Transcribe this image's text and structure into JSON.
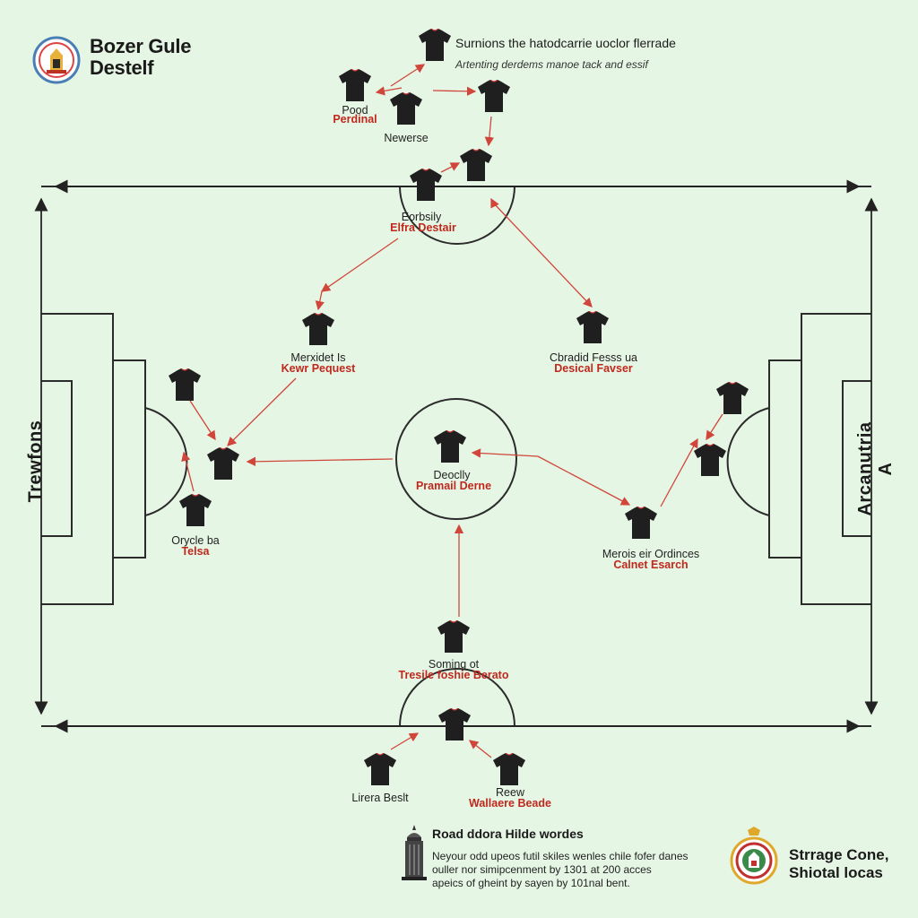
{
  "header": {
    "title_line1": "Bozer Gule",
    "title_line2": "Destelf",
    "logo_icon": "club-crest-icon"
  },
  "top_note": {
    "title": "Surnions the hatodcarrie uoclor flerrade",
    "subtitle": "Artenting derdems manoe tack and essif"
  },
  "side_labels": {
    "left": "Trewfons",
    "right": "Arcanutria A"
  },
  "colors": {
    "background": "#e6f6e4",
    "pitch_line": "#2b2b2b",
    "arrow": "#d0463a",
    "label_red": "#c0281d",
    "jersey": "#1f1f1f"
  },
  "labels": {
    "top_left_1": "Pood",
    "top_left_2": "Perdinal",
    "top_mid": "Newerse",
    "circle_top_1": "Eorbsily",
    "circle_top_2": "Elfra Destair",
    "left_mid_1": "Merxidet Is",
    "left_mid_2": "Kewr Pequest",
    "right_mid_1": "Cbradid Fesss ua",
    "right_mid_2": "Desical Favser",
    "center_1": "Deoclly",
    "center_2": "Pramail Derne",
    "left_low_1": "Orycle ba",
    "left_low_2": "Telsa",
    "right_low_1": "Merois eir Ordinces",
    "right_low_2": "Calnet Esarch",
    "bottom_mid_1": "Soming ot",
    "bottom_mid_2": "Tresile foshie Berato",
    "bottom_left": "Lirera Beslt",
    "bottom_right_1": "Reew",
    "bottom_right_2": "Wallaere Beade"
  },
  "footer": {
    "middle_title": "Road ddora Hilde wordes",
    "middle_line1": "Neyour odd upeos futil skiles wenles chile fofer danes",
    "middle_line2": "ouller nor simipcenment by 1301 at 200 acces",
    "middle_line3": "apeics of gheint by sayen by 101nal bent.",
    "tower_icon": "tower-icon",
    "seal_icon": "crest-seal-icon",
    "right_line1": "Strrage Cone,",
    "right_line2": "Shiotal locas"
  }
}
